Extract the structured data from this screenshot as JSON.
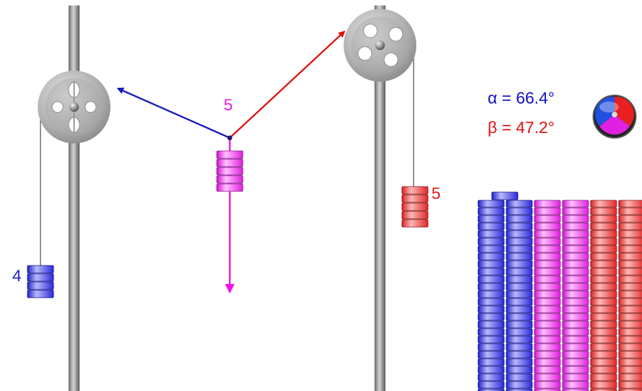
{
  "angles": {
    "alpha_text": "α = 66.4°",
    "beta_text": "β = 47.2°",
    "alpha_color": "#1010c8",
    "beta_color": "#e01010"
  },
  "masses": {
    "left": "4",
    "center": "5",
    "right": "5",
    "left_count": 4,
    "center_count": 5,
    "right_count": 5
  },
  "colors": {
    "blue_weight": "#3a3af0",
    "magenta_weight": "#f040f0",
    "red_weight": "#f04848",
    "blue_string": "#1818c0",
    "red_string": "#e01010",
    "magenta_arrow": "#ee10ee",
    "label_blue": "#2020d0",
    "label_magenta": "#e020e0",
    "label_red": "#e01818"
  },
  "icons": {
    "color_wheel": "tri-color-wheel-icon"
  }
}
